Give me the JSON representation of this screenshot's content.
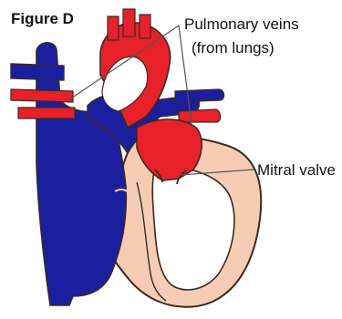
{
  "figure": {
    "title": "Figure D"
  },
  "labels": {
    "pulmonary_veins_line1": "Pulmonary veins",
    "pulmonary_veins_line2": "(from lungs)",
    "mitral_valve": "Mitral valve"
  },
  "colors": {
    "deoxygenated_blood": "#1a1fa0",
    "oxygenated_blood": "#e8202a",
    "muscle_wall": "#f6cdb4",
    "outline": "#3a2a20",
    "leader_line": "#555555"
  }
}
